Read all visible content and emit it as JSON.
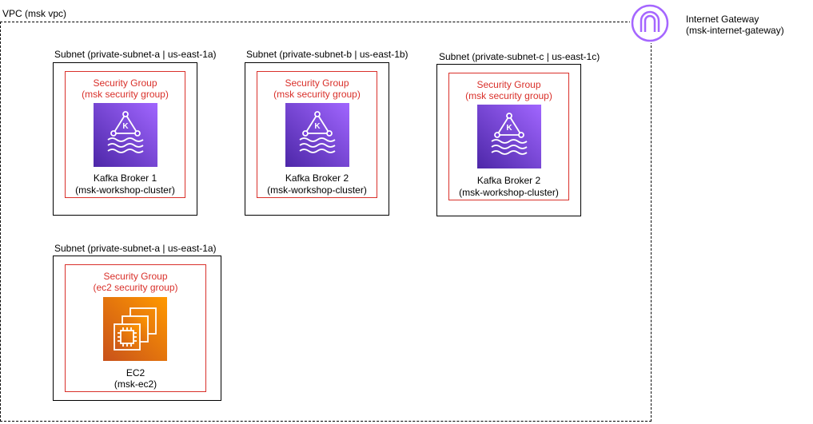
{
  "vpc": {
    "label": "VPC (msk vpc)"
  },
  "gateway": {
    "title": "Internet Gateway",
    "name": "(msk-internet-gateway)"
  },
  "subnets": [
    {
      "label": "Subnet (private-subnet-a | us-east-1a)",
      "sg_title": "Security Group",
      "sg_name": "(msk security group)",
      "service": "Kafka Broker 1",
      "service_detail": "(msk-workshop-cluster)",
      "icon": "msk-kafka-icon"
    },
    {
      "label": "Subnet (private-subnet-b | us-east-1b)",
      "sg_title": "Security Group",
      "sg_name": "(msk security group)",
      "service": "Kafka Broker 2",
      "service_detail": "(msk-workshop-cluster)",
      "icon": "msk-kafka-icon"
    },
    {
      "label": "Subnet (private-subnet-c | us-east-1c)",
      "sg_title": "Security Group",
      "sg_name": "(msk security group)",
      "service": "Kafka Broker 2",
      "service_detail": "(msk-workshop-cluster)",
      "icon": "msk-kafka-icon"
    },
    {
      "label": "Subnet (private-subnet-a | us-east-1a)",
      "sg_title": "Security Group",
      "sg_name": "(ec2 security group)",
      "service": "EC2",
      "service_detail": "(msk-ec2)",
      "icon": "ec2-chip-icon"
    }
  ],
  "colors": {
    "security_group": "#d9302a",
    "msk_icon": "#7b3fe4",
    "ec2_icon": "#e7721b",
    "gateway_icon": "#a566ff"
  }
}
